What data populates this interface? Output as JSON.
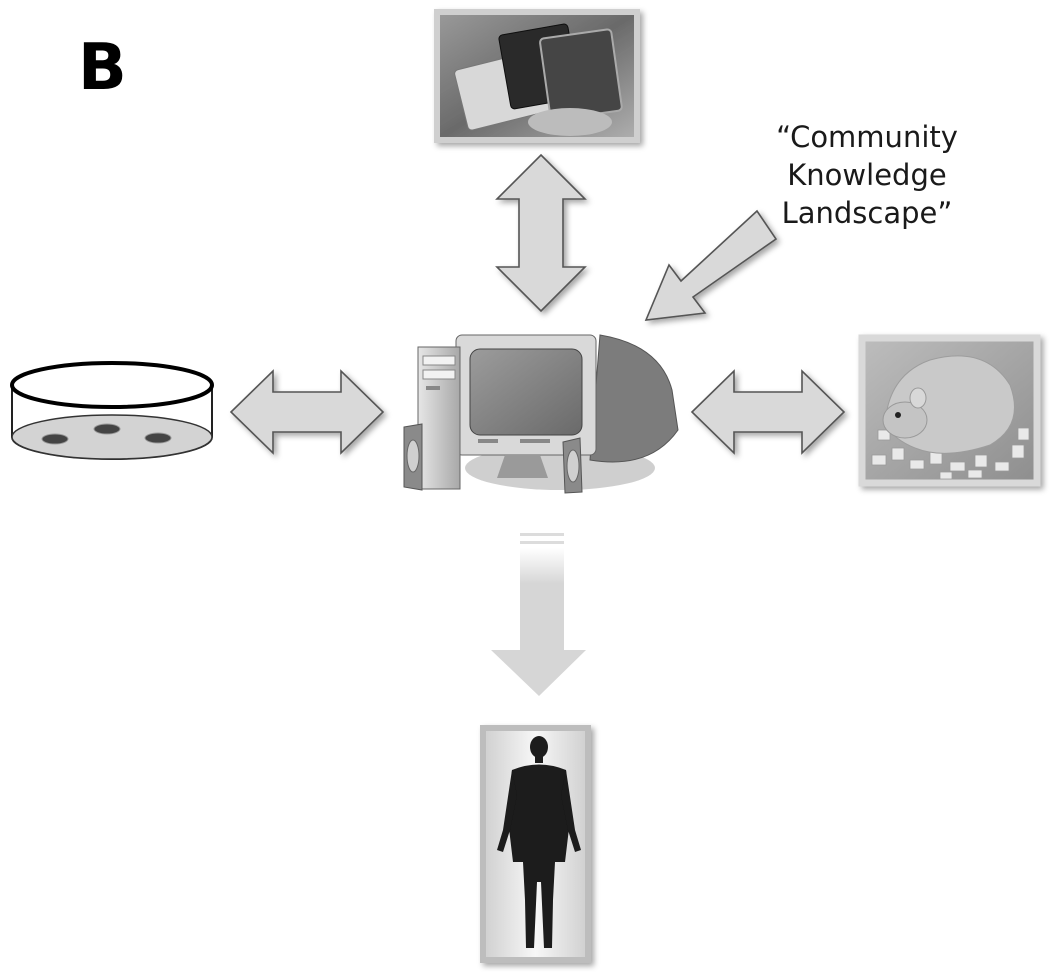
{
  "panel": {
    "letter": "B"
  },
  "annotation": {
    "line1": "“Community Knowledge",
    "line2": "Landscape”"
  },
  "nodes": {
    "center": "computer-workstation",
    "top": "microplate-photo",
    "left": "petri-dish",
    "right": "mouse-photo",
    "bottom": "human-silhouette"
  },
  "colors": {
    "arrow_fill": "#d9d9d9",
    "arrow_stroke": "#555555",
    "faded_arrow": "#d6d6d6"
  }
}
